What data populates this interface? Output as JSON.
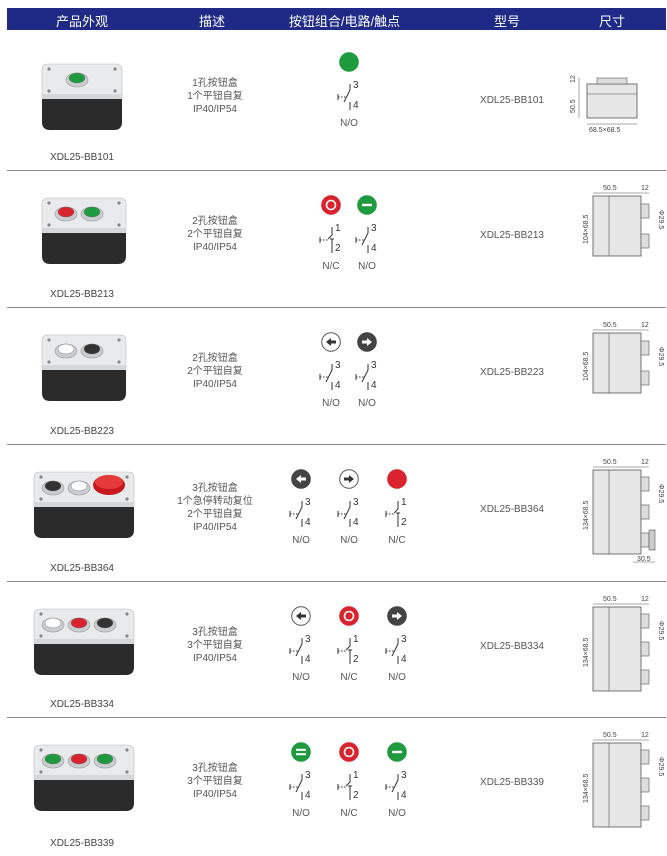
{
  "header": {
    "col_product": "产品外观",
    "col_desc": "描述",
    "col_buttons": "按钮组合/电路/触点",
    "col_model": "型号",
    "col_size": "尺寸"
  },
  "rows": [
    {
      "photo_caption": "XDL25-BB101",
      "desc": [
        "1孔按钮盒",
        "1个平钮自复",
        "IP40/IP54"
      ],
      "model": "XDL25-BB101",
      "contacts": [
        {
          "label": "N/O",
          "n1": "3",
          "n2": "4",
          "color": "#1f9a3f",
          "symbol": "none"
        }
      ],
      "dims": {
        "h": "50.5",
        "w": "12",
        "base": "68.5×68.5"
      }
    },
    {
      "photo_caption": "XDL25-BB213",
      "desc": [
        "2孔按钮盒",
        "2个平钮自复",
        "IP40/IP54"
      ],
      "model": "XDL25-BB213",
      "contacts": [
        {
          "label": "N/C",
          "n1": "1",
          "n2": "2",
          "color": "#d9232e",
          "symbol": "O"
        },
        {
          "label": "N/O",
          "n1": "3",
          "n2": "4",
          "color": "#1f9a3f",
          "symbol": "minus"
        }
      ],
      "dims": {
        "top1": "50.5",
        "top2": "12",
        "side": "104×68.5",
        "dia": "Φ29.5"
      }
    },
    {
      "photo_caption": "XDL25-BB223",
      "desc": [
        "2孔按钮盒",
        "2个平钮自复",
        "IP40/IP54"
      ],
      "model": "XDL25-BB223",
      "contacts": [
        {
          "label": "N/O",
          "n1": "3",
          "n2": "4",
          "color": "#ffffff",
          "symbol": "left"
        },
        {
          "label": "N/O",
          "n1": "3",
          "n2": "4",
          "color": "#444444",
          "symbol": "right"
        }
      ],
      "dims": {
        "top1": "50.5",
        "top2": "12",
        "side": "104×68.5",
        "dia": "Φ29.5"
      }
    },
    {
      "photo_caption": "XDL25-BB364",
      "desc": [
        "3孔按钮盒",
        "1个急停转动复位",
        "2个平钮自复",
        "IP40/IP54"
      ],
      "model": "XDL25-BB364",
      "contacts": [
        {
          "label": "N/O",
          "n1": "3",
          "n2": "4",
          "color": "#444444",
          "symbol": "left"
        },
        {
          "label": "N/O",
          "n1": "3",
          "n2": "4",
          "color": "#ffffff",
          "symbol": "right"
        },
        {
          "label": "N/C",
          "n1": "1",
          "n2": "2",
          "color": "#d9232e",
          "symbol": "none"
        }
      ],
      "dims": {
        "top1": "50.5",
        "top2": "12",
        "side": "134×68.5",
        "dia": "Φ29.5",
        "extra": "30.5"
      }
    },
    {
      "photo_caption": "XDL25-BB334",
      "desc": [
        "3孔按钮盒",
        "3个平钮自复",
        "IP40/IP54"
      ],
      "model": "XDL25-BB334",
      "contacts": [
        {
          "label": "N/O",
          "n1": "3",
          "n2": "4",
          "color": "#ffffff",
          "symbol": "left"
        },
        {
          "label": "N/C",
          "n1": "1",
          "n2": "2",
          "color": "#d9232e",
          "symbol": "O"
        },
        {
          "label": "N/O",
          "n1": "3",
          "n2": "4",
          "color": "#444444",
          "symbol": "right"
        }
      ],
      "dims": {
        "top1": "50.5",
        "top2": "12",
        "side": "134×68.5",
        "dia": "Φ29.5"
      }
    },
    {
      "photo_caption": "XDL25-BB339",
      "desc": [
        "3孔按钮盒",
        "3个平钮自复",
        "IP40/IP54"
      ],
      "model": "XDL25-BB339",
      "contacts": [
        {
          "label": "N/O",
          "n1": "3",
          "n2": "4",
          "color": "#1f9a3f",
          "symbol": "equals"
        },
        {
          "label": "N/C",
          "n1": "1",
          "n2": "2",
          "color": "#d9232e",
          "symbol": "O"
        },
        {
          "label": "N/O",
          "n1": "3",
          "n2": "4",
          "color": "#1f9a3f",
          "symbol": "minus"
        }
      ],
      "dims": {
        "top1": "50.5",
        "top2": "12",
        "side": "134×68.5",
        "dia": "Φ29.5"
      }
    }
  ]
}
